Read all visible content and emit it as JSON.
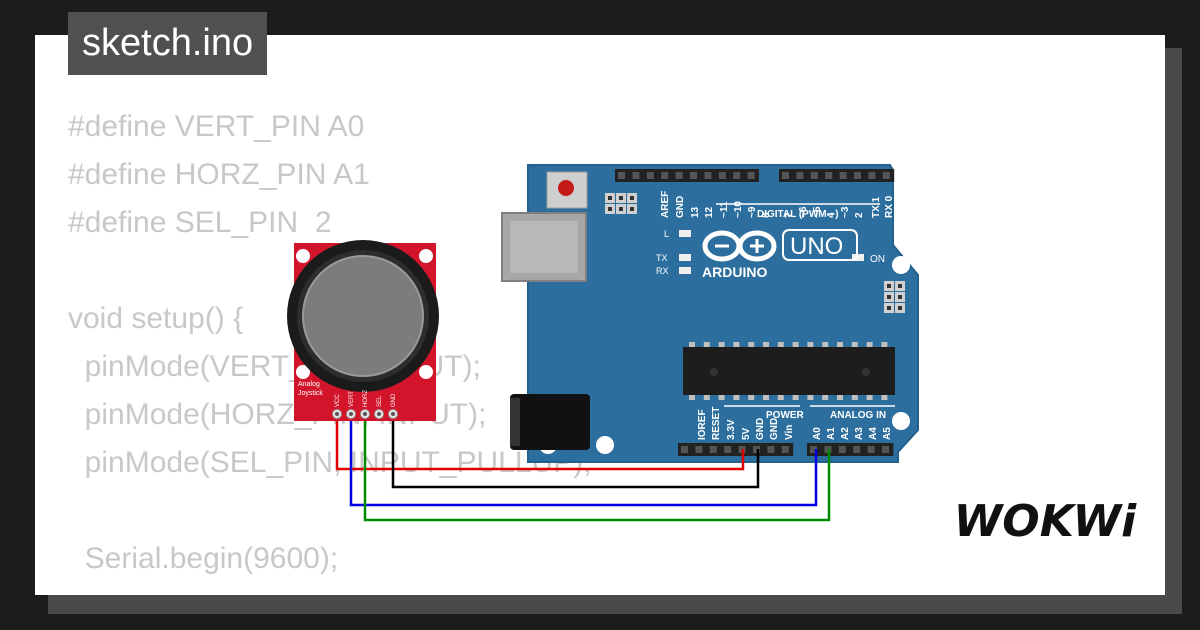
{
  "tab": {
    "filename": "sketch.ino"
  },
  "code_lines": [
    "#define VERT_PIN A0",
    "#define HORZ_PIN A1",
    "#define SEL_PIN  2",
    "",
    "void setup() {",
    "  pinMode(VERT_PIN, INPUT);",
    "  pinMode(HORZ_PIN, INPUT);",
    "  pinMode(SEL_PIN, INPUT_PULLUP);",
    "",
    "  Serial.begin(9600);"
  ],
  "arduino": {
    "brand": "ARDUINO",
    "model": "UNO",
    "digital_label": "DIGITAL (PWM ~)",
    "digital_pins": [
      "AREF",
      "GND",
      "13",
      "12",
      "~11",
      "~10",
      "~9",
      "8",
      "7",
      "~6",
      "~5",
      "4",
      "~3",
      "2",
      "TX 1",
      "RX 0"
    ],
    "power_label": "POWER",
    "power_pins": [
      "IOREF",
      "RESET",
      "3.3V",
      "5V",
      "GND",
      "GND",
      "Vin"
    ],
    "analog_label": "ANALOG IN",
    "analog_pins": [
      "A0",
      "A1",
      "A2",
      "A3",
      "A4",
      "A5"
    ],
    "led_l": "L",
    "led_tx": "TX",
    "led_rx": "RX",
    "led_on": "ON"
  },
  "joystick": {
    "label_line1": "Analog",
    "label_line2": "Joystick",
    "pins": [
      "VCC",
      "VERT",
      "HORZ",
      "SEL",
      "GND"
    ]
  },
  "wires": {
    "vcc": "#e00000",
    "gnd": "#000000",
    "vert": "#0000e0",
    "horz": "#008a00"
  },
  "colors": {
    "board": "#2c6e9e",
    "joystick_pcb": "#d2152b"
  },
  "logo": "WOKWi"
}
